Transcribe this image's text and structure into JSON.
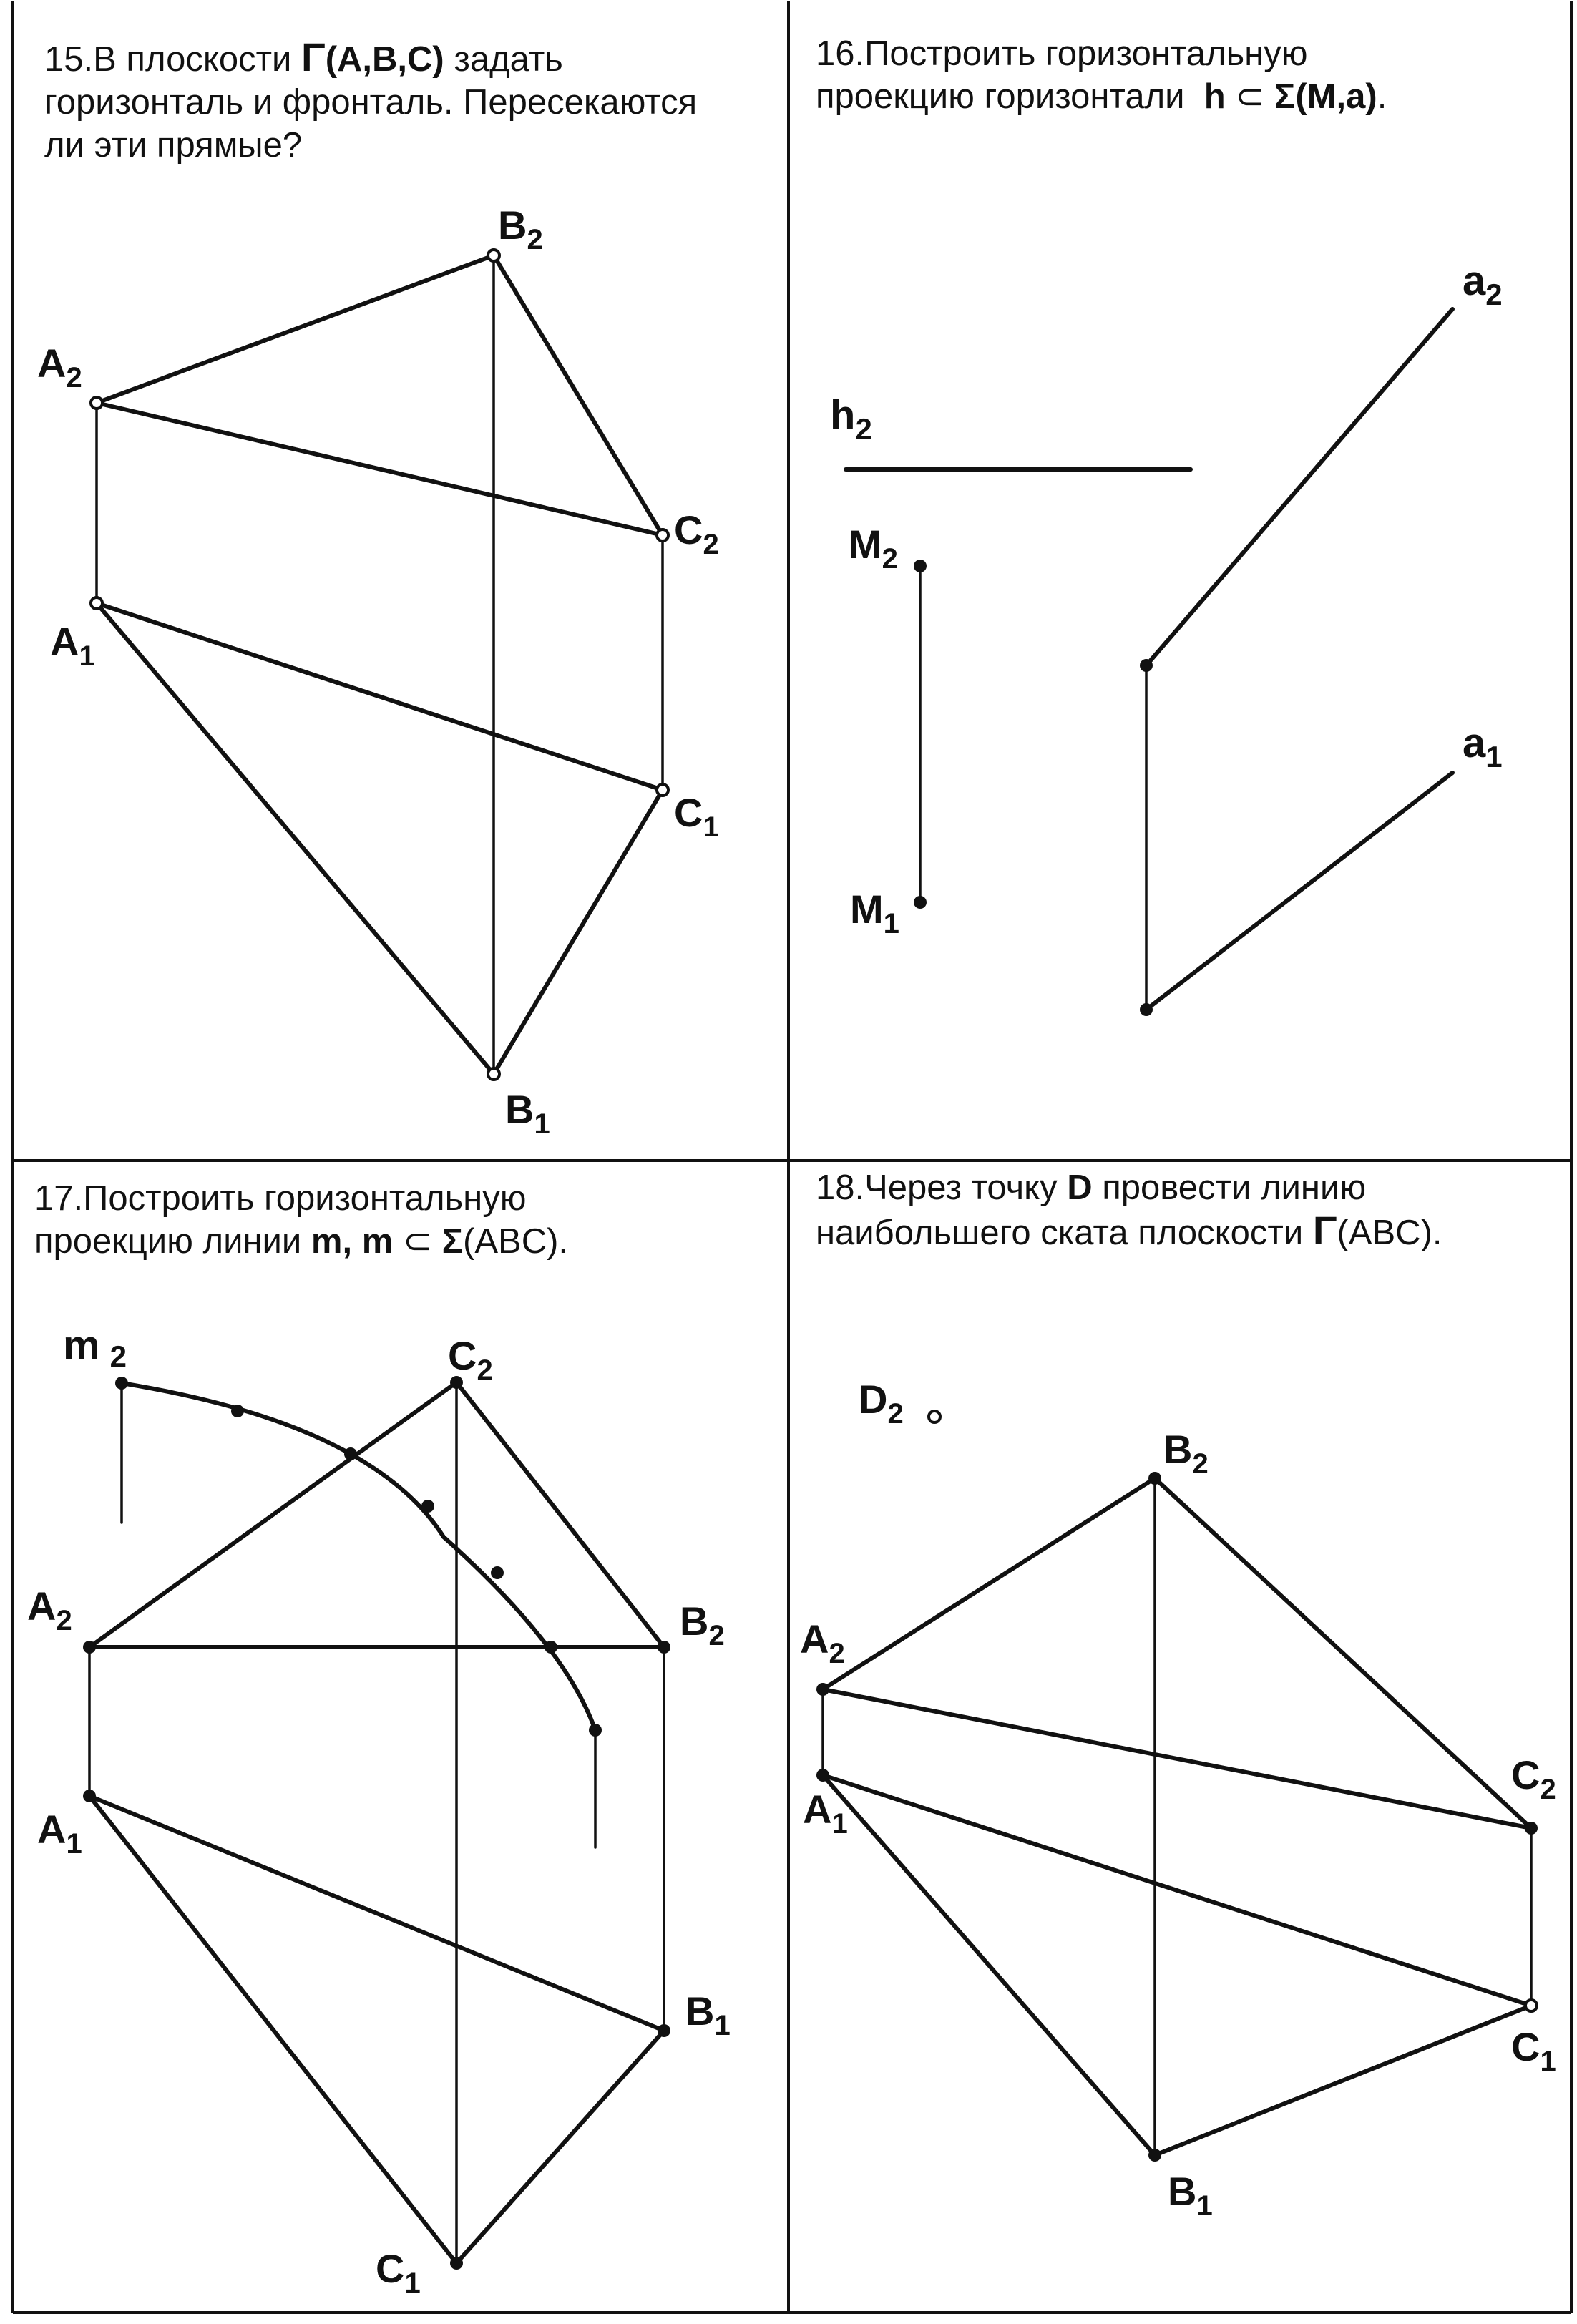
{
  "tasks": {
    "t15": {
      "num": "15.",
      "text1": "В плоскости",
      "gamma": "Γ",
      "plane": "(A,B,C)",
      "text2": "задать",
      "line2": "горизонталь и фронталь. Пересекаются",
      "line3": "ли эти прямые?"
    },
    "t16": {
      "line1": "16.Построить горизонтальную",
      "text2": "проекцию горизонтали",
      "h": "h",
      "subset": "⊂",
      "sigma": "Σ",
      "plane": "(M,a)",
      "dot": "."
    },
    "t17": {
      "line1": "17.Построить горизонтальную",
      "text2": "проекцию линии",
      "m1": "m,",
      "m2": "m",
      "subset": "⊂",
      "sigma": "Σ",
      "plane": "(ABC)",
      "dot": "."
    },
    "t18": {
      "text1a": "18.Через точку",
      "d": "D",
      "text1b": "провести линию",
      "text2": "наибольшего ската плоскости",
      "gamma": "Γ",
      "plane": "(ABC)",
      "dot": "."
    }
  },
  "labels": {
    "A": "A",
    "B": "B",
    "C": "C",
    "M": "M",
    "a": "a",
    "h": "h",
    "m": "m",
    "D": "D",
    "sub1": "1",
    "sub2": "2"
  },
  "colors": {
    "ink": "#111111",
    "paper": "#ffffff"
  }
}
